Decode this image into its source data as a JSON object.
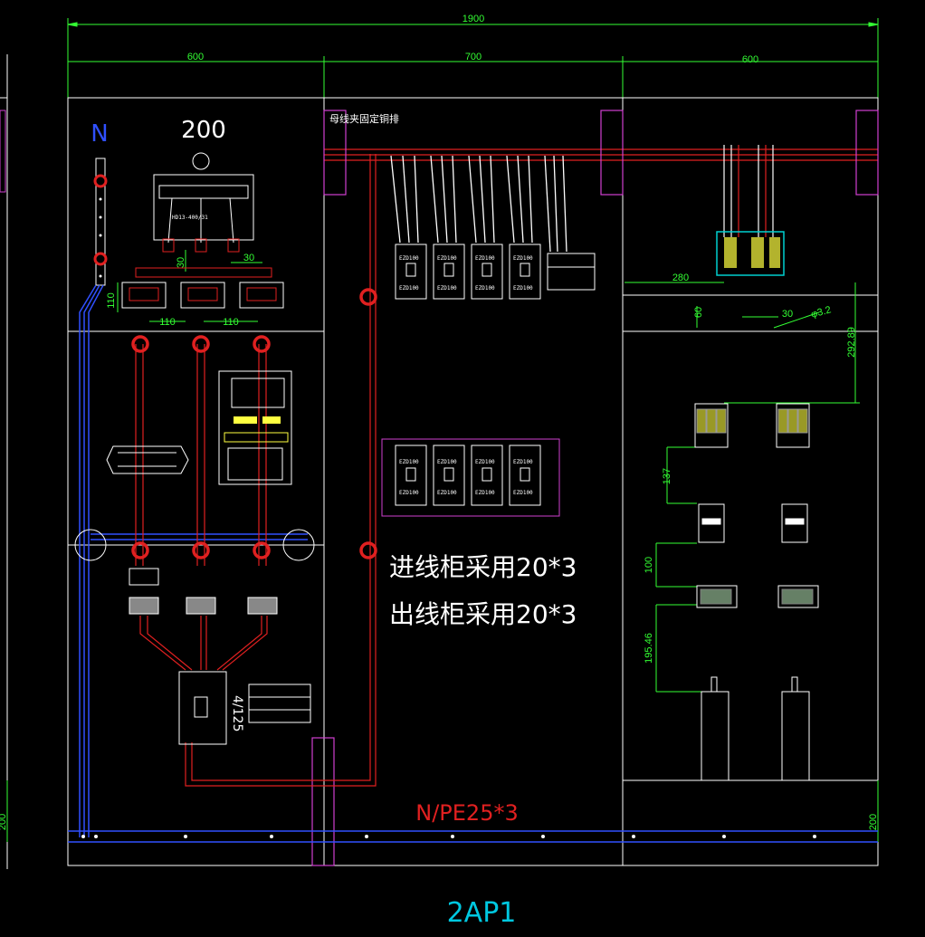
{
  "dimensions": {
    "total": "1900",
    "left": "600",
    "middle": "700",
    "right": "600",
    "v_110": "110",
    "v_30a": "30",
    "h_30": "30",
    "h_110a": "110",
    "h_110b": "110",
    "d_280": "280",
    "d_60": "60",
    "d_30b": "30",
    "d_phi": "φ3.2",
    "d_29289": "292.89",
    "d_137": "137",
    "d_100": "100",
    "d_19546": "195.46",
    "d_200_left": "200",
    "d_200_right": "200"
  },
  "labels": {
    "n_label": "N",
    "rating_200": "200",
    "busbar_fix": "母线夹固定铜排",
    "incoming": "进线柜采用20*3",
    "outgoing": "出线柜采用20*3",
    "npe": "N/PE25*3",
    "breaker_rating": "4/125",
    "panel_name": "2AP1",
    "breaker_model": "EZD100",
    "switch_label": "HD13-400/31"
  },
  "colors": {
    "background": "#000000",
    "frame": "#ffffff",
    "dimension": "#33ff33",
    "busbar_red": "#e02020",
    "neutral_blue": "#3050ff",
    "magenta": "#d040d0",
    "cyan": "#00d0d0"
  }
}
